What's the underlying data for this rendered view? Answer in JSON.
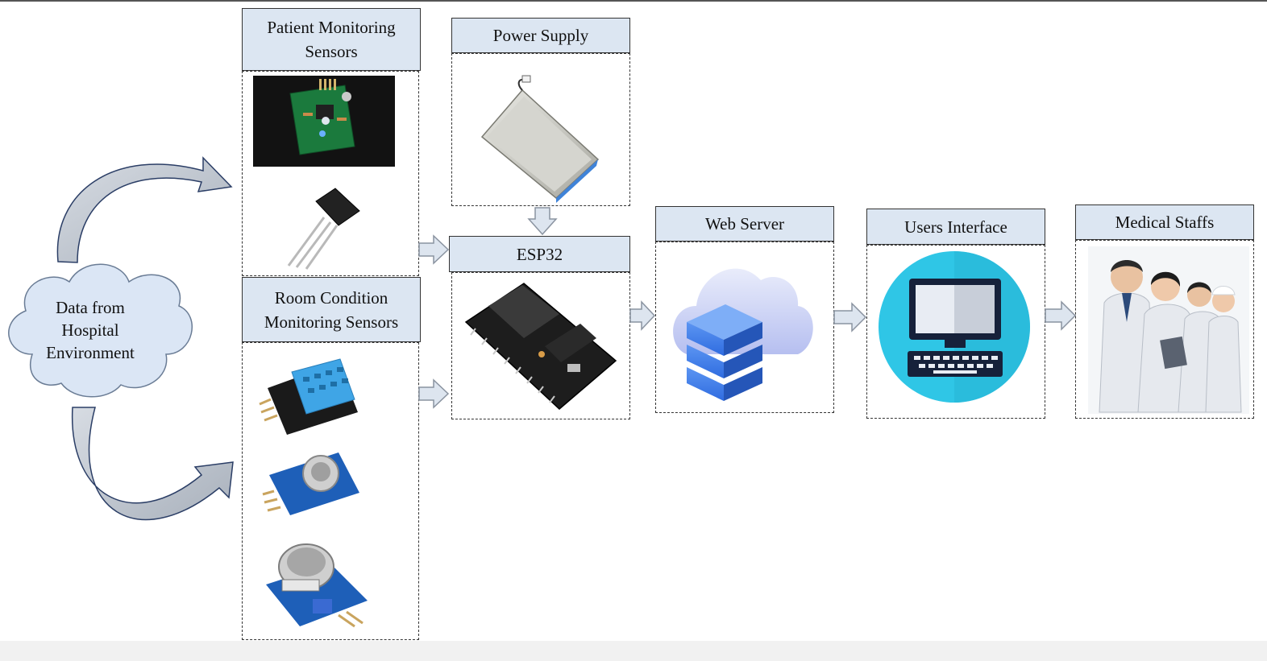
{
  "source_node": {
    "label_lines": [
      "Data from",
      "Hospital",
      "Environment"
    ]
  },
  "blocks": {
    "patient_sensors": {
      "title_lines": [
        "Patient Monitoring",
        "Sensors"
      ]
    },
    "room_sensors": {
      "title_lines": [
        "Room Condition",
        "Monitoring Sensors"
      ]
    },
    "power_supply": {
      "title": "Power Supply"
    },
    "esp32": {
      "title": "ESP32"
    },
    "web_server": {
      "title": "Web Server"
    },
    "users_interface": {
      "title": "Users Interface"
    },
    "medical_staffs": {
      "title": "Medical Staffs"
    }
  },
  "icons": {
    "pulse_sensor": "pulse-sensor-board-icon",
    "temperature_sensor": "temperature-sensor-icon",
    "dht_sensor": "humidity-sensor-icon",
    "gas_sensor_a": "gas-sensor-icon",
    "gas_sensor_b": "gas-sensor-icon",
    "battery": "battery-icon",
    "microcontroller": "microcontroller-board-icon",
    "cloud_server": "cloud-server-icon",
    "computer": "computer-monitor-icon",
    "staff": "medical-staff-icon"
  },
  "colors": {
    "label_fill": "#dce6f2",
    "arrow_fill": "#dde5ef",
    "cloud_fill": "#dbe6f5",
    "curved_arrow": "#c7cdd6"
  }
}
